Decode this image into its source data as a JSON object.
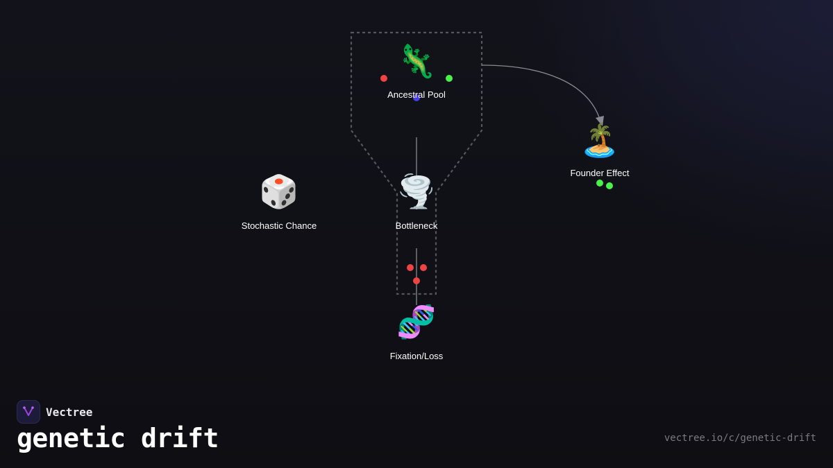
{
  "brand": {
    "name": "Vectree"
  },
  "title": "genetic drift",
  "url": "vectree.io/c/genetic-drift",
  "colors": {
    "background": "#0f0f14",
    "red_allele": "#f04444",
    "green_allele": "#4cf04a",
    "blue_allele": "#4a3df0",
    "funnel_stroke": "#56565e",
    "edge_stroke": "#8a8a92"
  },
  "nodes": {
    "ancestral": {
      "label": "Ancestral Pool",
      "icon": "lizard",
      "glyph": "🦎"
    },
    "chance": {
      "label": "Stochastic Chance",
      "icon": "dice",
      "glyph": "🎲"
    },
    "bottleneck": {
      "label": "Bottleneck",
      "icon": "tornado",
      "glyph": "🌪️"
    },
    "founder": {
      "label": "Founder Effect",
      "icon": "island",
      "glyph": "🏝️"
    },
    "fixation": {
      "label": "Fixation/Loss",
      "icon": "dna",
      "glyph": "🧬"
    }
  }
}
